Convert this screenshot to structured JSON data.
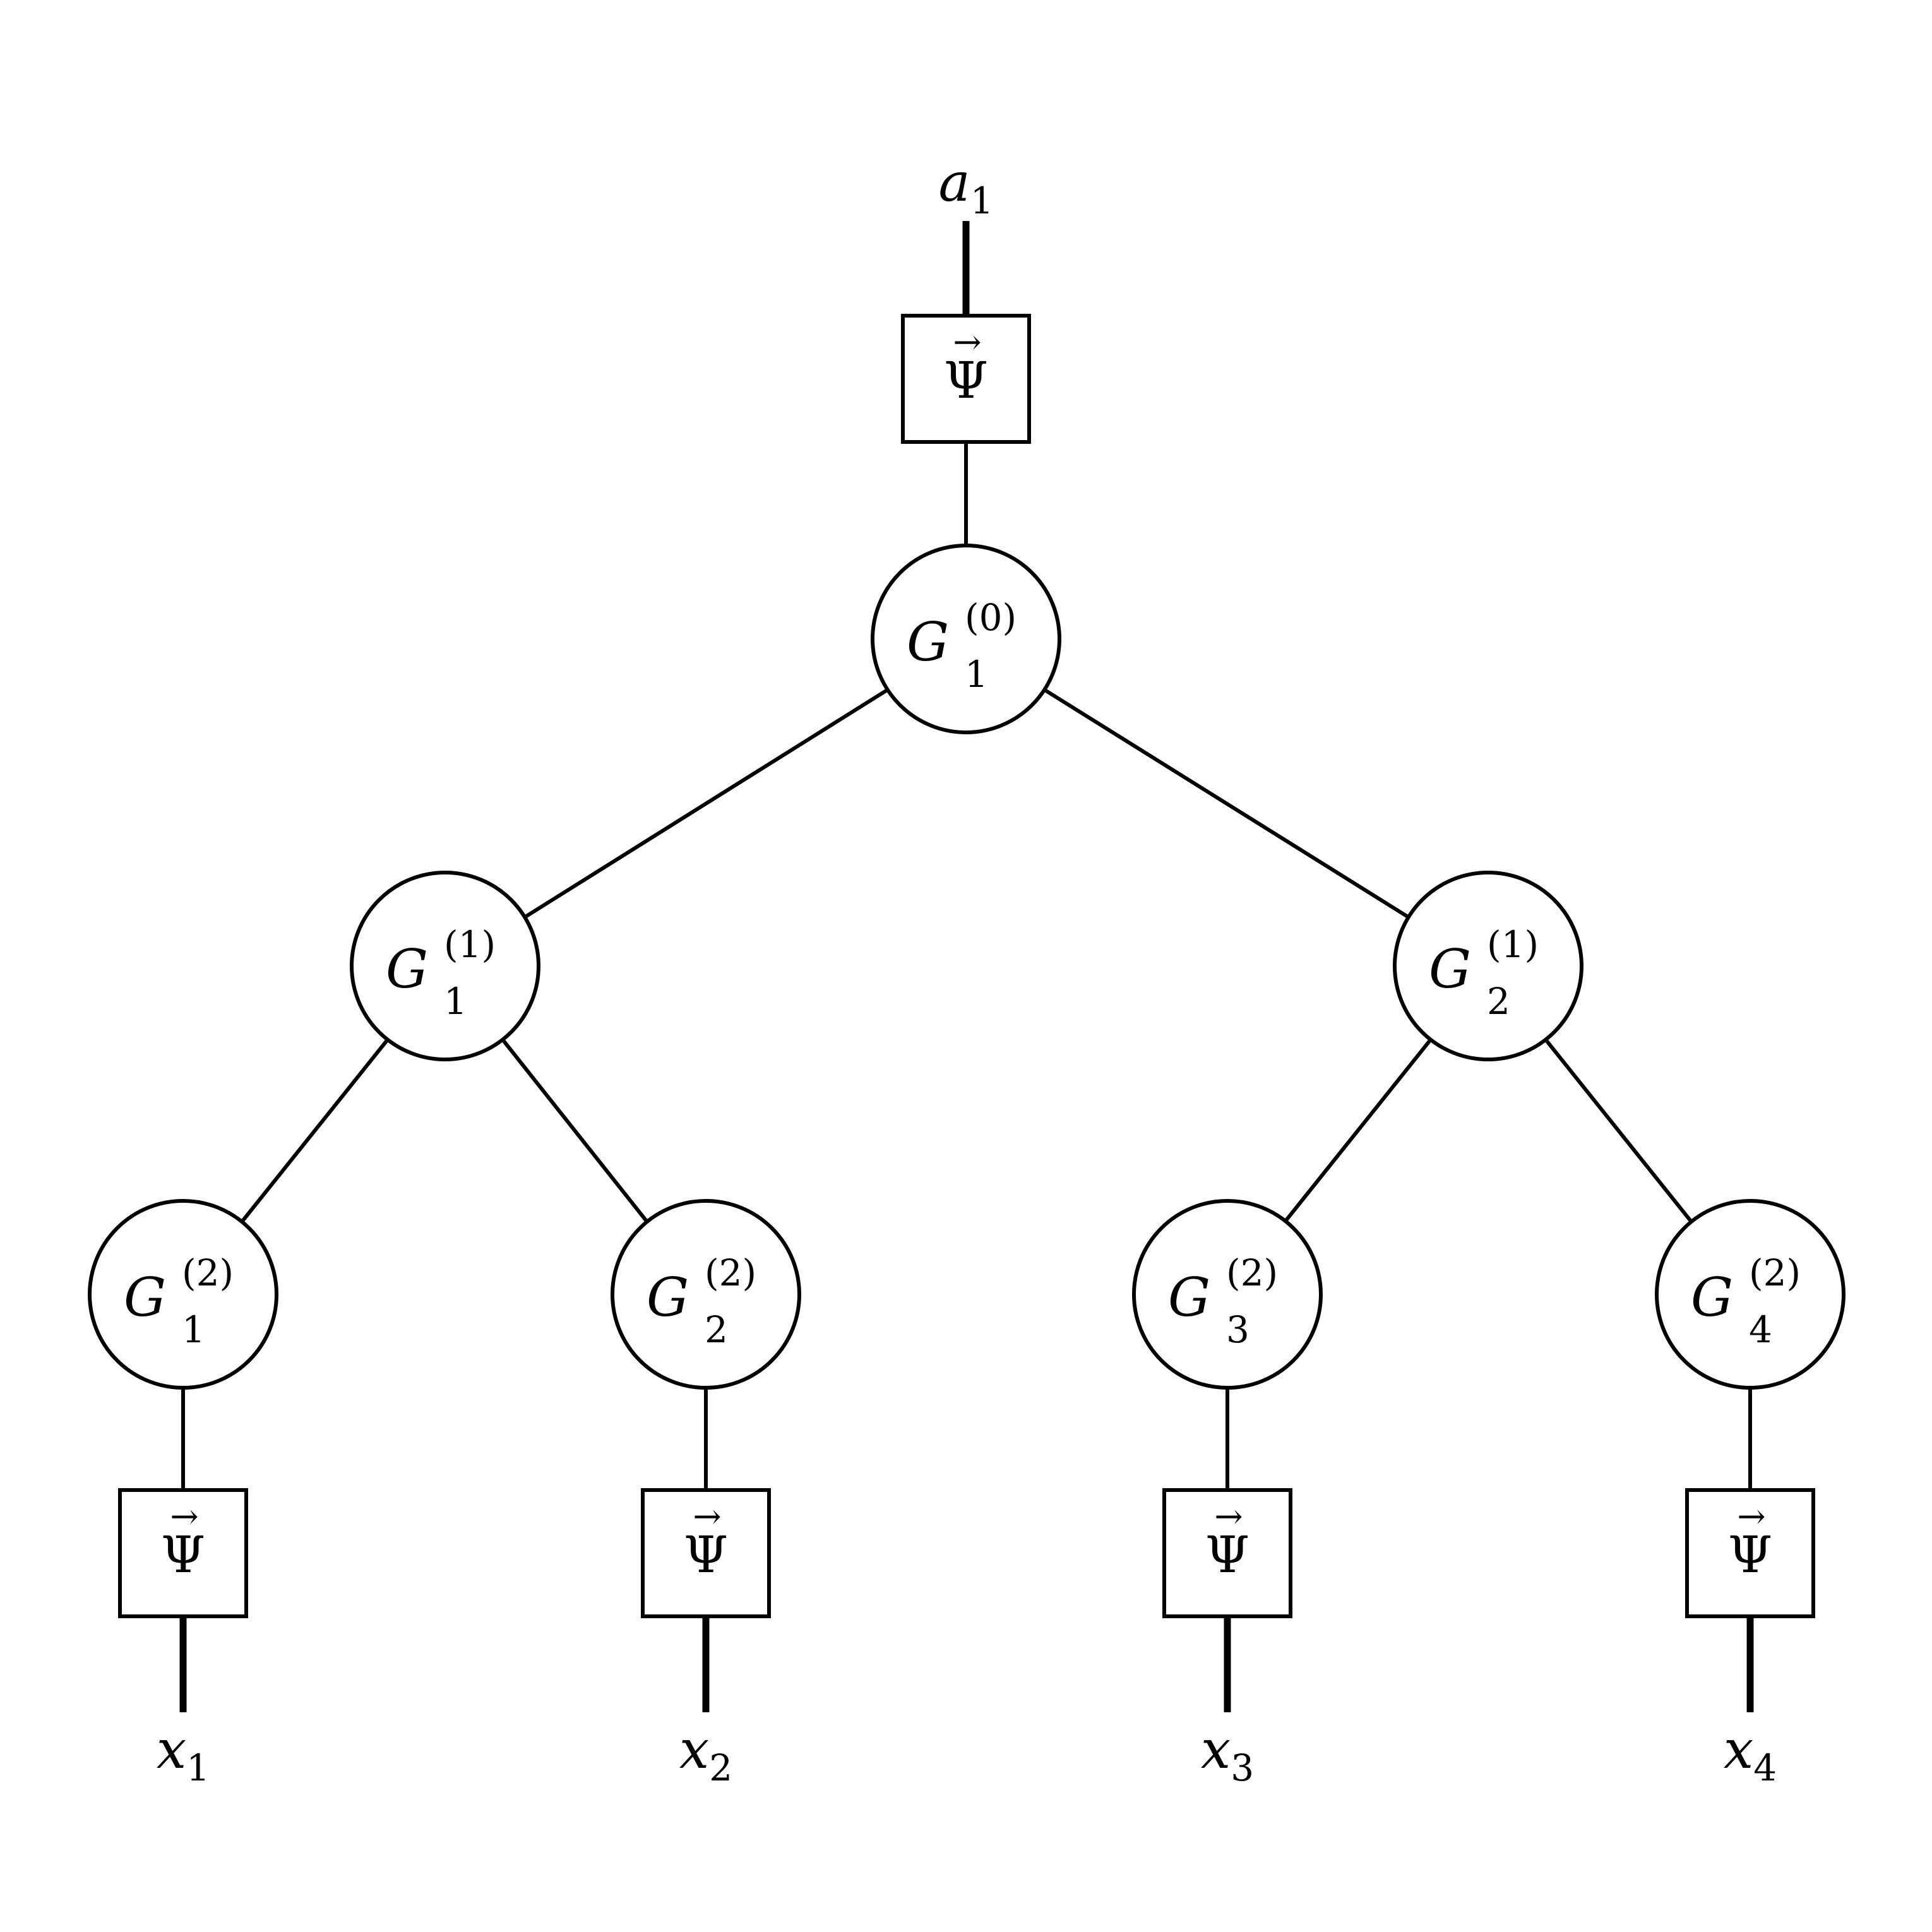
{
  "root": {
    "label_letter": "a",
    "label_index": "1",
    "embedding": {
      "symbol": "Ψ",
      "arrow": "→"
    }
  },
  "nodes": {
    "g0_1": {
      "letter": "G",
      "sub": "1",
      "sup": "(0)"
    },
    "g1_1": {
      "letter": "G",
      "sub": "1",
      "sup": "(1)"
    },
    "g1_2": {
      "letter": "G",
      "sub": "2",
      "sup": "(1)"
    },
    "g2_1": {
      "letter": "G",
      "sub": "1",
      "sup": "(2)"
    },
    "g2_2": {
      "letter": "G",
      "sub": "2",
      "sup": "(2)"
    },
    "g2_3": {
      "letter": "G",
      "sub": "3",
      "sup": "(2)"
    },
    "g2_4": {
      "letter": "G",
      "sub": "4",
      "sup": "(2)"
    }
  },
  "leaves": [
    {
      "letter": "x",
      "index": "1",
      "embedding": {
        "symbol": "Ψ",
        "arrow": "→"
      }
    },
    {
      "letter": "x",
      "index": "2",
      "embedding": {
        "symbol": "Ψ",
        "arrow": "→"
      }
    },
    {
      "letter": "x",
      "index": "3",
      "embedding": {
        "symbol": "Ψ",
        "arrow": "→"
      }
    },
    {
      "letter": "x",
      "index": "4",
      "embedding": {
        "symbol": "Ψ",
        "arrow": "→"
      }
    }
  ]
}
